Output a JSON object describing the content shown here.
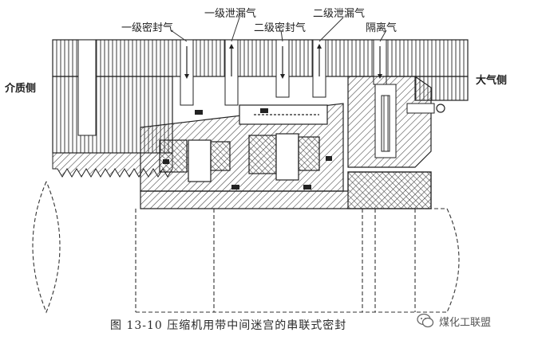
{
  "labels": {
    "medium_side": "介质侧",
    "atmosphere_side": "大气侧",
    "primary_leak_gas": "一级泄漏气",
    "primary_seal_gas": "一级密封气",
    "secondary_leak_gas": "二级泄漏气",
    "secondary_seal_gas": "二级密封气",
    "isolation_gas": "隔离气"
  },
  "caption": "图 13-10   压缩机用带中间迷宫的串联式密封",
  "watermark": {
    "text": "煤化工联盟",
    "icon": "wechat-icon"
  }
}
